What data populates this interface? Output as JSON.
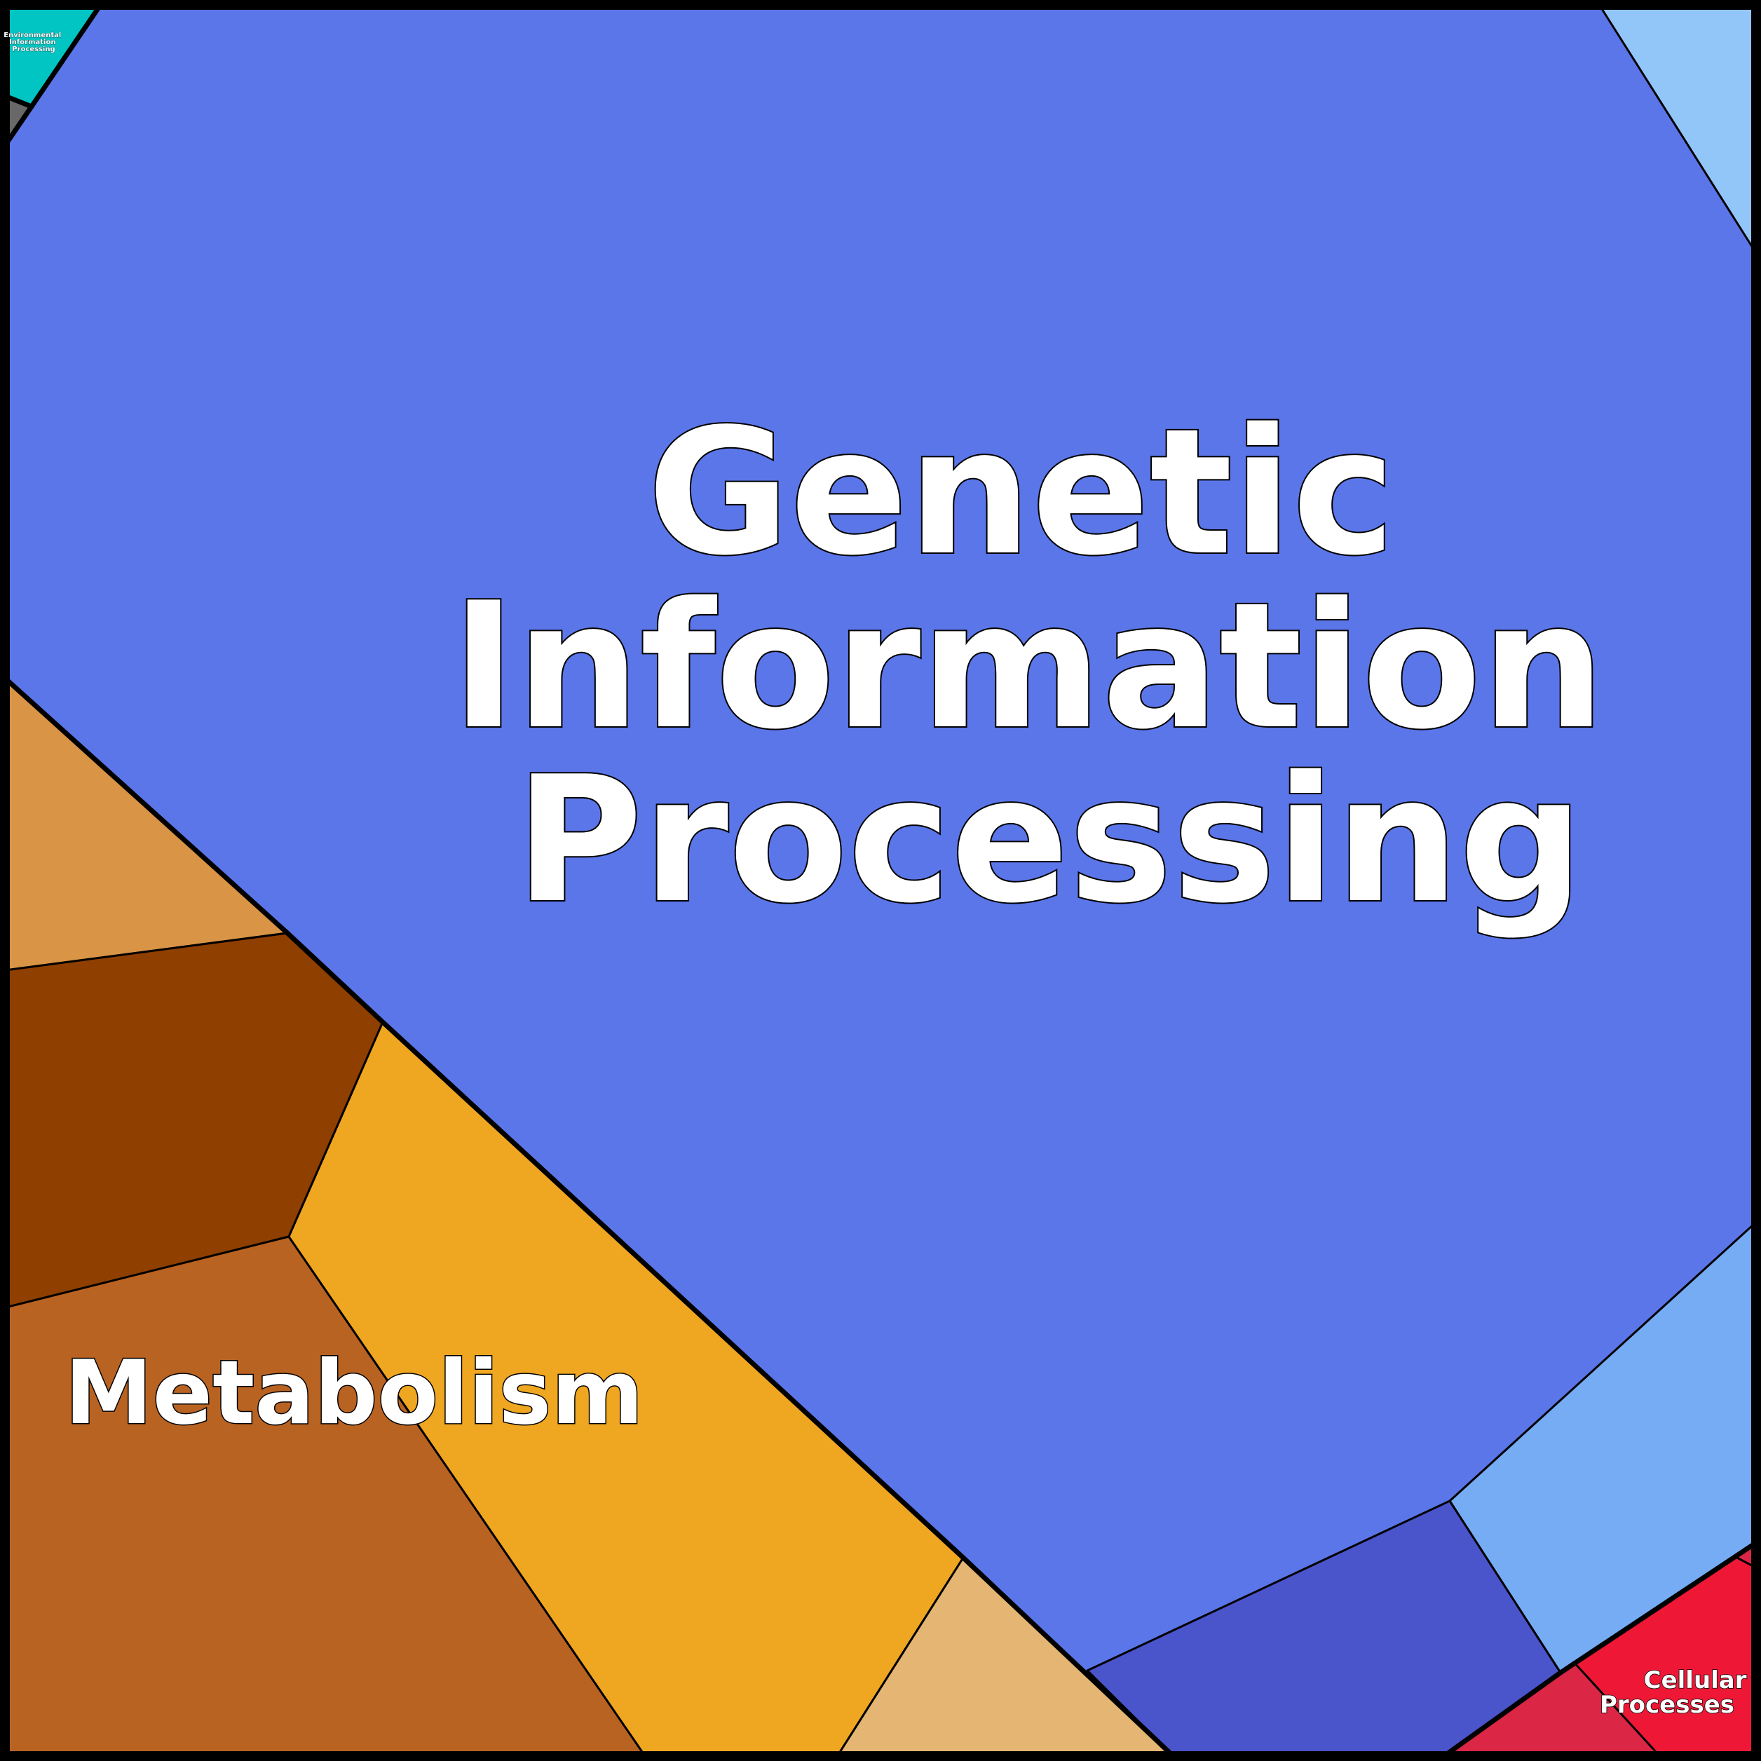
{
  "colors": {
    "genetic": "#5b76e8",
    "genetic_light": "#93c6f8",
    "genetic_mid": "#76acf3",
    "genetic_dark": "#4a54cb",
    "metabolism_light": "#d99445",
    "metabolism_dark": "#8f3f00",
    "metabolism_mid": "#b96322",
    "metabolism_gold": "#efa621",
    "metabolism_sand": "#e4b573",
    "environmental": "#00c5c2",
    "unclassified": "#686868",
    "cellular": "#ee1836",
    "cellular_dark": "#db2645"
  },
  "labels": {
    "genetic_line1": "Genetic",
    "genetic_line2": "Information",
    "genetic_line3": "Processing",
    "metabolism": "Metabolism",
    "cellular_line1": "Cellular",
    "cellular_line2": "Processes",
    "environmental_line1": "Environmental",
    "environmental_line2": "Information",
    "environmental_line3": "Processing"
  }
}
